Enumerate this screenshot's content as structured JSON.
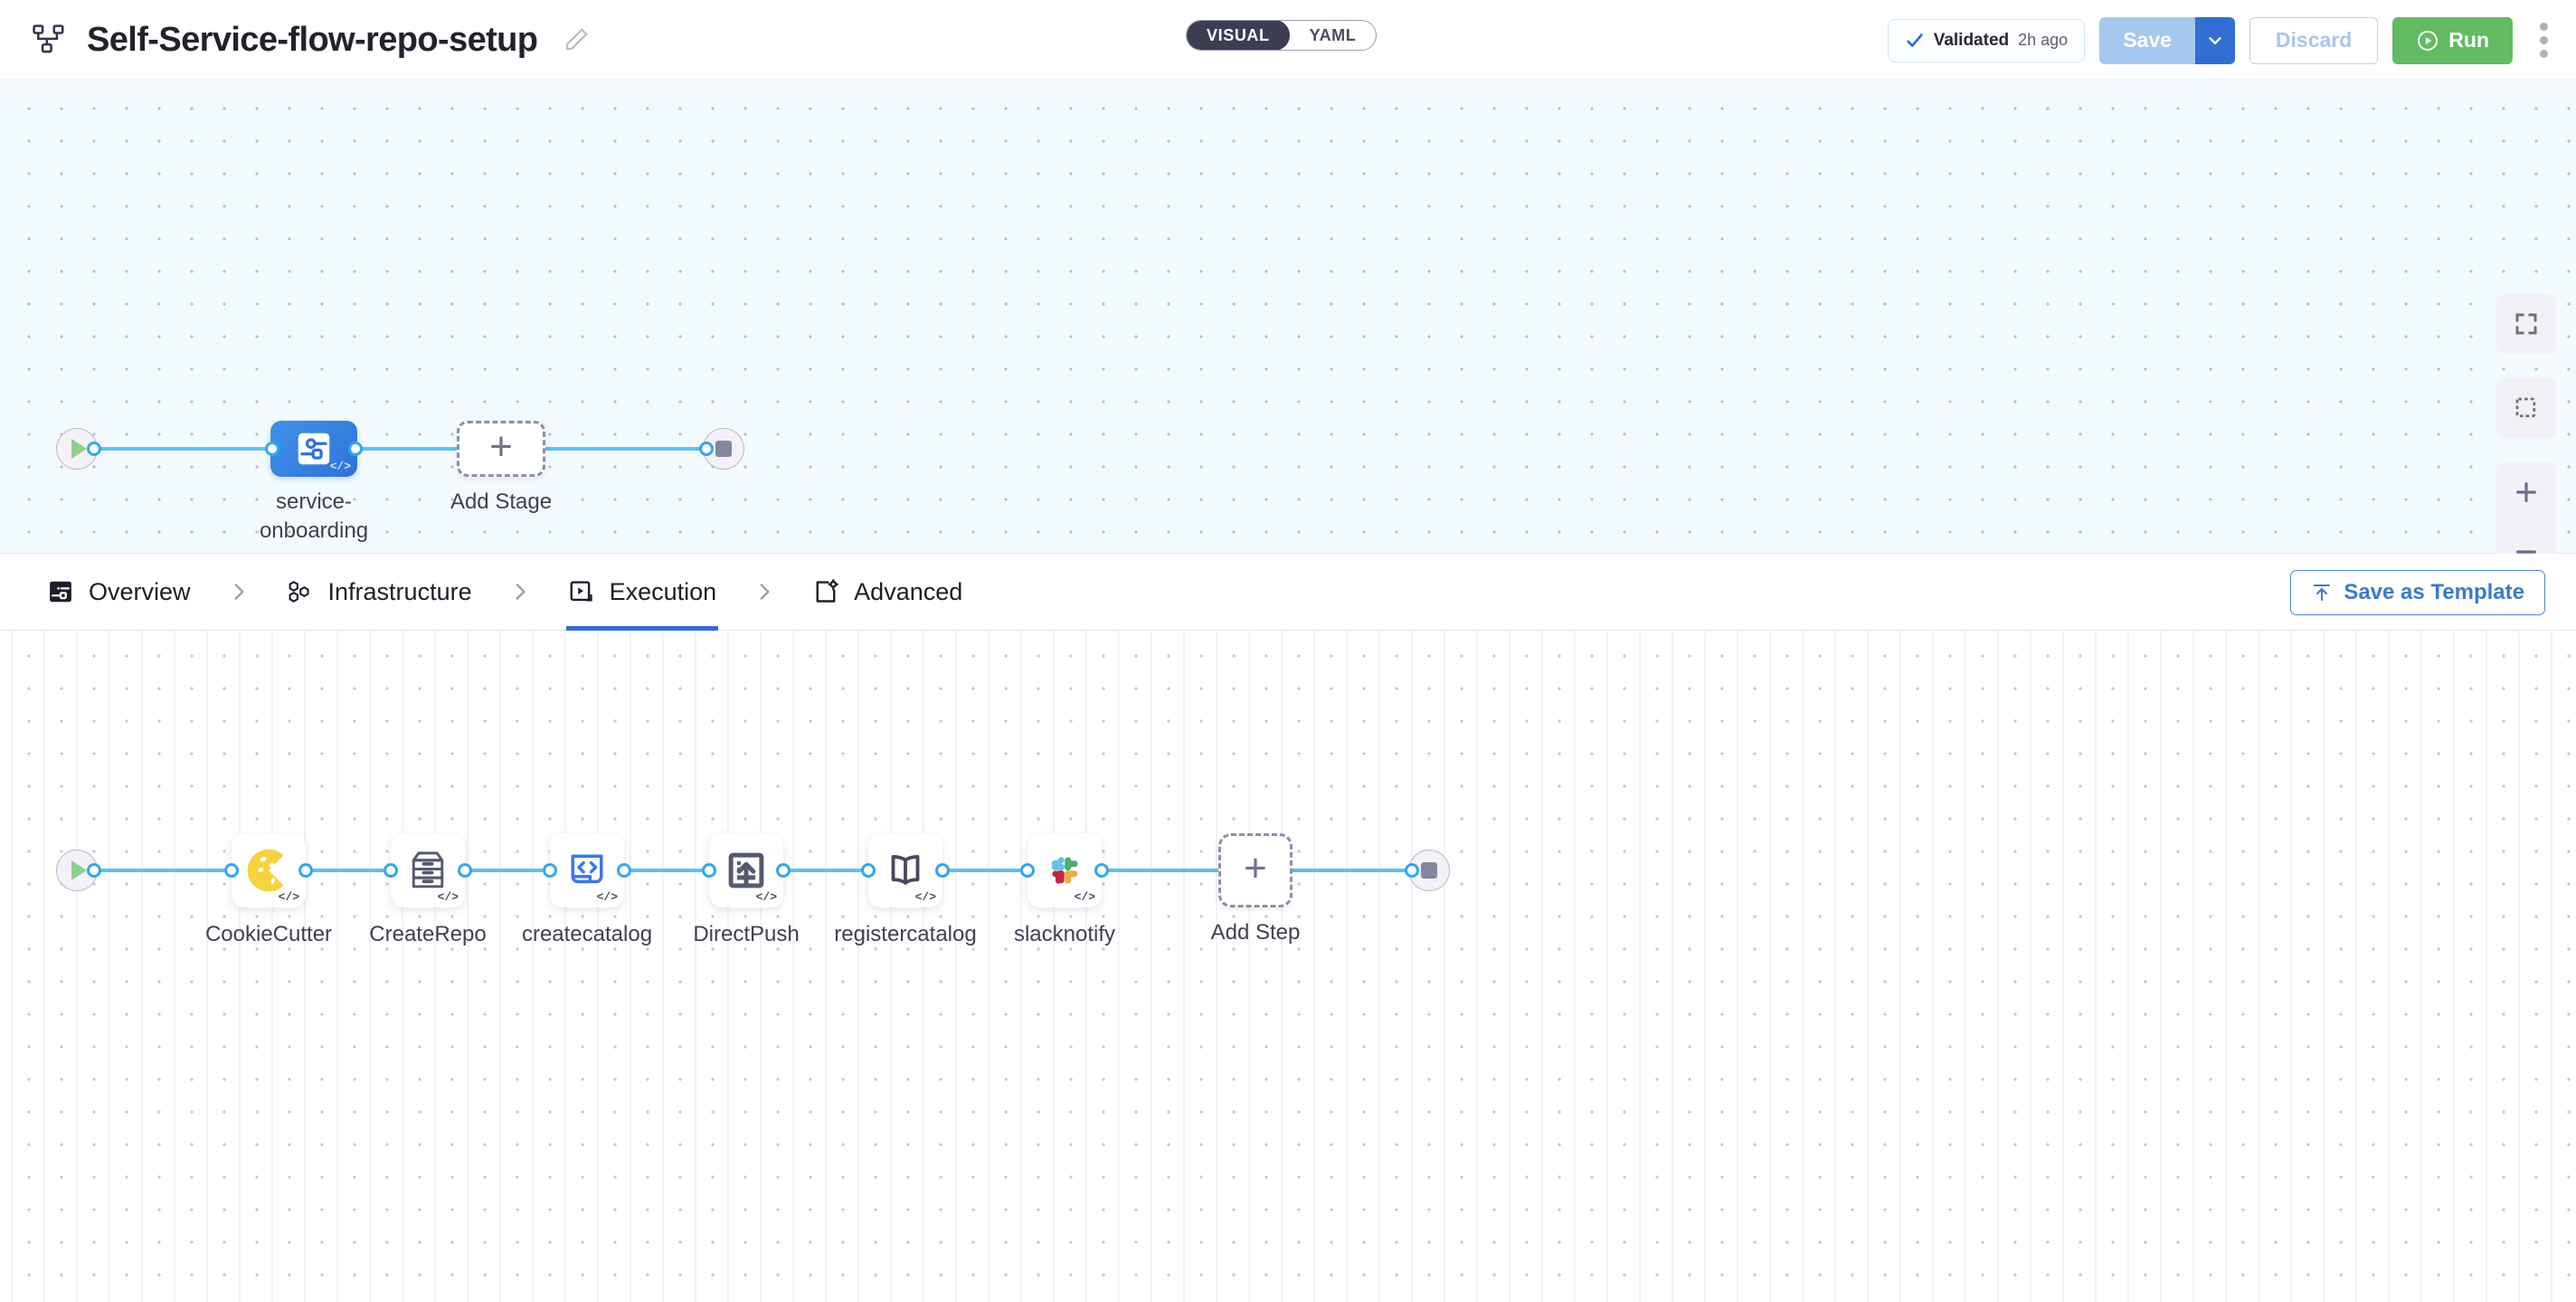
{
  "header": {
    "pipeline_icon": "pipeline-tree-icon",
    "title": "Self-Service-flow-repo-setup",
    "edit_icon": "pencil-edit-icon",
    "mode_toggle": {
      "visual": "VISUAL",
      "yaml": "YAML",
      "selected": "VISUAL"
    },
    "validated": {
      "icon": "check-icon",
      "label": "Validated",
      "time": "2h ago"
    },
    "save_label": "Save",
    "save_caret_icon": "chevron-down-icon",
    "discard_label": "Discard",
    "run_label": "Run",
    "run_icon": "play-circle-icon",
    "more_icon": "kebab-menu-icon"
  },
  "stage_canvas": {
    "start_icon": "play-icon",
    "end_icon": "stop-icon",
    "stage": {
      "name": "service-\nonboarding",
      "icon": "pipeline-stage-icon",
      "code_badge": "</>"
    },
    "add_stage_label": "Add Stage",
    "add_stage_icon": "plus-icon"
  },
  "tabs": {
    "items": [
      {
        "label": "Overview",
        "icon": "overview-icon",
        "active": false
      },
      {
        "label": "Infrastructure",
        "icon": "infrastructure-icon",
        "active": false
      },
      {
        "label": "Execution",
        "icon": "execution-icon",
        "active": true
      },
      {
        "label": "Advanced",
        "icon": "advanced-icon",
        "active": false
      }
    ],
    "separator": "›",
    "save_as_template": "Save as Template",
    "save_as_template_icon": "upload-icon"
  },
  "execution_canvas": {
    "start_icon": "play-icon",
    "end_icon": "stop-icon",
    "code_badge": "</>",
    "steps": [
      {
        "label": "CookieCutter",
        "icon": "cookiecutter-icon"
      },
      {
        "label": "CreateRepo",
        "icon": "archive-drawers-icon"
      },
      {
        "label": "createcatalog",
        "icon": "code-laptop-icon"
      },
      {
        "label": "DirectPush",
        "icon": "upload-push-icon"
      },
      {
        "label": "registercatalog",
        "icon": "open-book-icon"
      },
      {
        "label": "slacknotify",
        "icon": "slack-icon"
      }
    ],
    "add_step_label": "Add Step",
    "add_step_icon": "plus-icon"
  },
  "canvas_tools": [
    {
      "name": "fit-to-screen",
      "icon": "fullscreen-icon"
    },
    {
      "name": "select-area",
      "icon": "marquee-select-icon"
    },
    {
      "name": "zoom-in",
      "icon": "plus-icon"
    },
    {
      "name": "zoom-out",
      "icon": "minus-icon"
    }
  ],
  "colors": {
    "accent_blue": "#2f6ed3",
    "wire_blue": "#5cc0f2",
    "run_green": "#62bb62",
    "stage_blue": "#3f93e8",
    "canvas_top_bg": "#f3fafe"
  }
}
